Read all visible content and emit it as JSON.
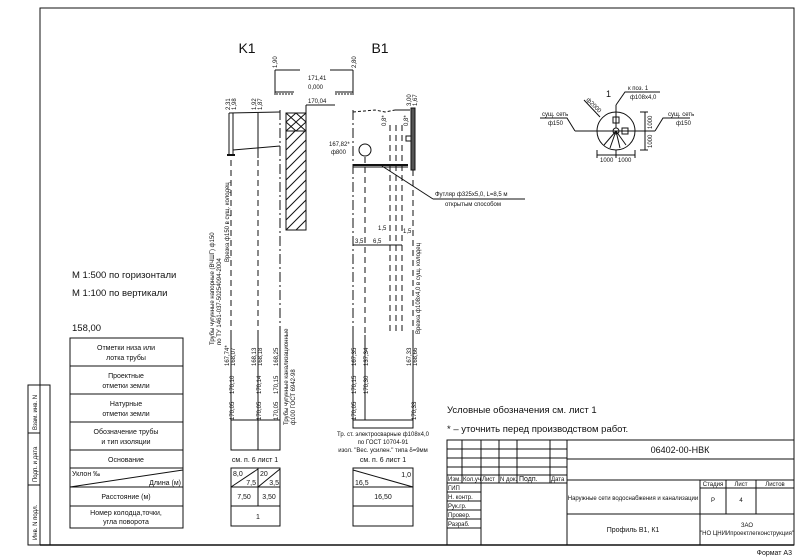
{
  "profiles": {
    "k1": {
      "title": "K1",
      "depth_labels": [
        "1,90",
        "2,31",
        "1,98",
        "1,92",
        "1,87"
      ],
      "ground_mark": "171,41",
      "zero_mark": "0,000",
      "mark_170": "170,04",
      "pipe_note": "Трубы чугунные напорные (ВЧШГ) ф150",
      "pipe_note2": "по ТУ 1461-037-50254094-2004",
      "insert_note": "Врезка ф150 в сущ. колодец",
      "pipe_note3": "Трубы чугунные канализационные",
      "pipe_note4": "ф100 ГОСТ 6942-98",
      "bottom_marks": [
        "167,74*",
        "168,07",
        "168,13",
        "168,18",
        "168,25"
      ],
      "project_marks": [
        "170,10",
        "170,14",
        "170,05"
      ],
      "natural_marks": [
        "170,05",
        "170,05",
        "170,15"
      ],
      "base_note": "см. п. 6 лист 1",
      "slopes": [
        "8,0",
        "20"
      ],
      "lengths": [
        "7,5",
        "3,5"
      ],
      "distances": [
        "7,50",
        "3,50"
      ],
      "well_number": "1"
    },
    "b1": {
      "title": "B1",
      "depth_labels": [
        "2,80",
        "3,00",
        "1,67",
        "0,8*",
        "0,8*"
      ],
      "mark_167": "167,82*",
      "well_diam": "ф800",
      "case_note": "Футляр ф325х5,0, L=8,5 м",
      "case_note2": "открытым способом",
      "dims": [
        "3,5",
        "6,5",
        "1,5",
        "1,5"
      ],
      "insert_note": "Врезка ф108х4,0 в сущ. колодец",
      "bottom_marks": [
        "167,35",
        "137,34",
        "167,33",
        "168,66"
      ],
      "project_marks": [
        "170,15",
        "170,30"
      ],
      "natural_marks": [
        "170,05",
        "170,33"
      ],
      "pipe_note": "Тр. ст. электросварные ф108х4,0",
      "pipe_note2": "по ГОСТ 10704-91",
      "pipe_note3": "изол. \"Вес. усилен.\" типа δ=9мм",
      "base_note": "см. п. 6 лист 1",
      "slope": "1,0",
      "length": "16,5",
      "distance": "16,50"
    }
  },
  "plan": {
    "well_number": "1",
    "ref": "к поз. 1",
    "pipe": "ф108х4,0",
    "well_diam": "ф2000",
    "left_label": "сущ. сеть",
    "left_diam": "ф150",
    "right_label": "сущ. сеть",
    "right_diam": "ф150",
    "dims": [
      "1000",
      "1000",
      "1000",
      "1000"
    ]
  },
  "scale": {
    "horizontal": "М 1:500 по горизонтали",
    "vertical": "М 1:100 по вертикали"
  },
  "datum": "158,00",
  "table_rows": [
    [
      "Отметки низа или",
      "лотка трубы"
    ],
    [
      "Проектные",
      "отметки земли"
    ],
    [
      "Натурные",
      "отметки земли"
    ],
    [
      "Обозначение трубы",
      "и тип изоляции"
    ],
    [
      "Основание"
    ],
    [
      "Уклон ‰",
      "Длина (м)"
    ],
    [
      "Расстояние (м)"
    ],
    [
      "Номер колодца,точки,",
      "угла поворота"
    ]
  ],
  "notes": {
    "legend": "Условные обозначения см. лист 1",
    "asterisk": "* – уточнить перед производством работ."
  },
  "side_stamps": [
    "Инв. N подл.",
    "Подп. и дата",
    "Взам. инв. N"
  ],
  "title_block": {
    "code": "06402-00-НВК",
    "cols": [
      "Изм.",
      "Кол.уч",
      "Лист",
      "N док.",
      "Подп.",
      "Дата"
    ],
    "roles": [
      "ГИП",
      "Н. контр.",
      "Рук.гр.",
      "Провер.",
      "Разраб."
    ],
    "project": "Наружные сети водоснабжения и канализации",
    "sheet_title": "Профиль В1, К1",
    "stage_label": "Стадия",
    "sheet_label": "Лист",
    "sheets_label": "Листов",
    "stage": "Р",
    "sheet": "4",
    "org1": "ЗАО",
    "org2": "\"НО ЦНИИпроектлегконструкция\"",
    "format": "Формат А3"
  }
}
